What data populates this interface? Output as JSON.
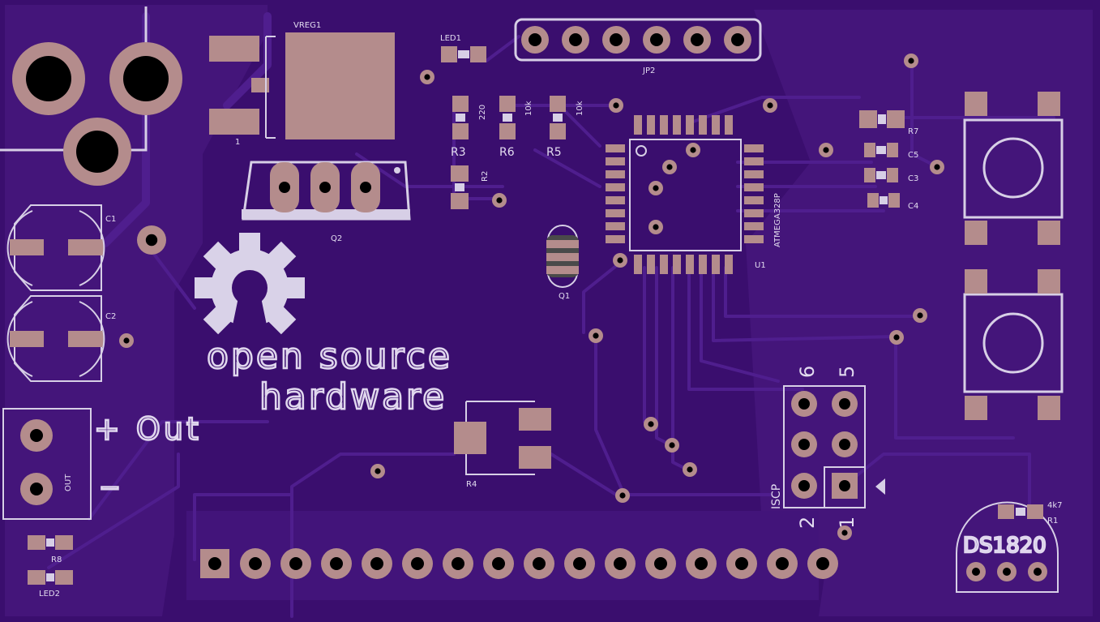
{
  "silkscreen": {
    "open_source_line1": "open source",
    "open_source_line2": "hardware",
    "plus_out": "+ Out",
    "minus": "−",
    "out_small": "OUT",
    "vreg": "VREG1",
    "vreg_pin": "1",
    "led1": "LED1",
    "jp2": "JP2",
    "r3": "R3",
    "r6": "R6",
    "r5": "R5",
    "r2": "R2",
    "v220": "220",
    "v10k_a": "10k",
    "v10k_b": "10k",
    "q2": "Q2",
    "q1": "Q1",
    "c1": "C1",
    "c2": "C2",
    "r4": "R4",
    "atmega": "ATMEGA328P",
    "u1": "U1",
    "r7": "R7",
    "c5": "C5",
    "c3": "C3",
    "c4": "C4",
    "iscp": "ISCP",
    "pin6": "6",
    "pin5": "5",
    "pin2": "2",
    "pin1": "1",
    "r8": "R8",
    "led2": "LED2",
    "ds1820": "DS1820",
    "v4k7": "4k7",
    "r1": "R1"
  },
  "colors": {
    "board": "#3a0e6e",
    "copper_fill": "#44157a",
    "trace": "#4f1e8e",
    "pad": "#b48c8c",
    "silkscreen": "#d7cfe6"
  }
}
